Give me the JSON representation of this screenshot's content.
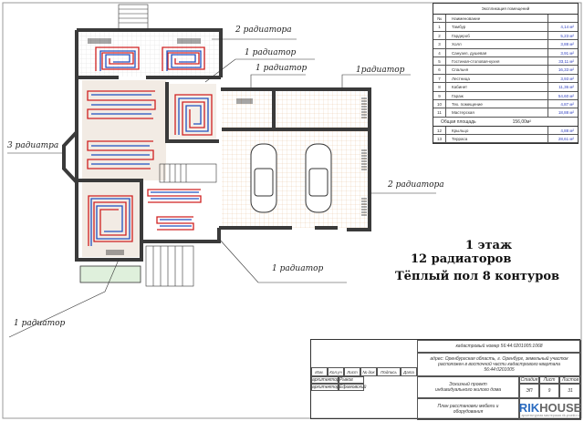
{
  "labels": {
    "top_room": "2 радиатора",
    "r1": "1 радиатор",
    "r2": "1 радиатор",
    "r3": "1радиатор",
    "bay": "3 радиатра",
    "garage": "2 радиатора",
    "entry": "1 радиатор",
    "bottom": "1 радиатор"
  },
  "summary": {
    "floor": "1 этаж",
    "radiators": "12 радиаторов",
    "underfloor": "Тёплый пол 8 контуров"
  },
  "spec": {
    "title": "Экспликация помещений",
    "col_no": "№",
    "col_name": "Наименование",
    "rows": [
      [
        "1",
        "Тамбур",
        "4,14 м²"
      ],
      [
        "2",
        "Гардероб",
        "5,23 м²"
      ],
      [
        "3",
        "Холл",
        "3,88 м²"
      ],
      [
        "4",
        "Санузел, душевая",
        "3,91 м²"
      ],
      [
        "5",
        "Гостиная-столовая-кухня",
        "33,11 м²"
      ],
      [
        "6",
        "Спальня",
        "16,33 м²"
      ],
      [
        "7",
        "Лестница",
        "3,93 м²"
      ],
      [
        "8",
        "Кабинет",
        "11,36 м²"
      ],
      [
        "9",
        "Гараж",
        "54,60 м²"
      ],
      [
        "10",
        "Тех. помещение",
        "4,87 м²"
      ],
      [
        "11",
        "Мастерская",
        "18,88 м²"
      ]
    ],
    "total_label": "Общая площадь",
    "total": "156,00м²",
    "rows2": [
      [
        "12",
        "Крыльцо",
        "4,88 м²"
      ],
      [
        "13",
        "Терраса",
        "28,61 м²"
      ]
    ]
  },
  "titleblock": {
    "cadastral": "кадастровый номер 56:44:0201005:1068",
    "address": "адрес: Оренбургская область, г. Оренбург, земельный участок расположен в восточной части кадастрового квартала 56:44:0201005",
    "cols": [
      "Изм.",
      "Кол.уч",
      "Лист",
      "№ док",
      "Подпись",
      "Дата"
    ],
    "role1": "архитектор",
    "name1": "Рыков",
    "role2": "архитектор",
    "name2": "Ефимовский",
    "project": "Эскизный проект индивидуального жилого дома",
    "stage_h": "Стадия",
    "sheet_h": "Лист",
    "sheets_h": "Листов",
    "stage": "ЭП",
    "sheet": "9",
    "sheets": "31",
    "drawing": "План расстановки мебели и оборудования",
    "brand_a": "RIK",
    "brand_b": "HOUSE",
    "brand_sub": "архитектурная мастерская rik-proekt.ru"
  },
  "colors": {
    "wall": "#3a3a3a",
    "warm": "#d02020",
    "cold": "#2050c0",
    "tile": "#f6e6d6"
  }
}
